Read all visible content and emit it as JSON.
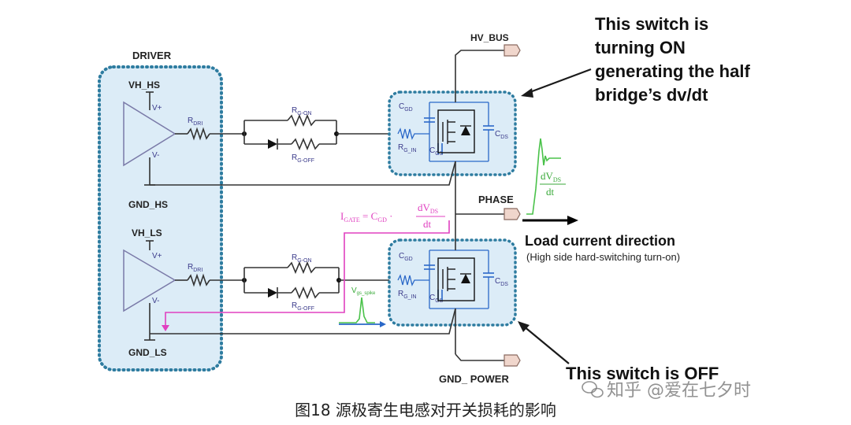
{
  "labels": {
    "driver": "DRIVER",
    "vh_hs": "VH_HS",
    "gnd_hs": "GND_HS",
    "vh_ls": "VH_LS",
    "gnd_ls": "GND_LS",
    "hv_bus": "HV_BUS",
    "phase": "PHASE",
    "gnd_power": "GND_ POWER",
    "r_dri_main": "R",
    "r_dri_sub": "DRI",
    "r_g_main": "R",
    "r_g_on_sub": "G-ON",
    "r_g_off_sub": "G-OFF",
    "r_g_in_sub": "G_IN",
    "c_main": "C",
    "c_gd_sub": "GD",
    "c_gs_sub": "GS",
    "c_ds_sub": "DS",
    "v_plus": "V+",
    "v_minus": "V-"
  },
  "formulas": {
    "igate_left": "I",
    "igate_left_sub": "GATE",
    "igate_eq": " = C",
    "igate_eq_sub": "GD",
    "igate_dot": " ·",
    "dv_num": "dV",
    "dv_num_sub": "DS",
    "dt": "dt",
    "vgs_spike": "V",
    "vgs_spike_sub": "gs_spike"
  },
  "callouts": {
    "top_line1": "This switch is",
    "top_line2": "turning ON",
    "top_line3": "generating the half",
    "top_line4": "bridge’s dv/dt",
    "load_title": "Load current direction",
    "load_sub": "(High side hard-switching turn-on)",
    "bottom": "This switch is OFF"
  },
  "caption": "图18 源极寄生电感对开关损耗的影响",
  "watermark": "知乎 @爱在七夕时",
  "colors": {
    "box_fill": "#dcecf7",
    "box_border": "#2e7ca0",
    "pink": "#e040c0",
    "green": "#4ac24a",
    "cap_blue": "#2a68c8"
  }
}
